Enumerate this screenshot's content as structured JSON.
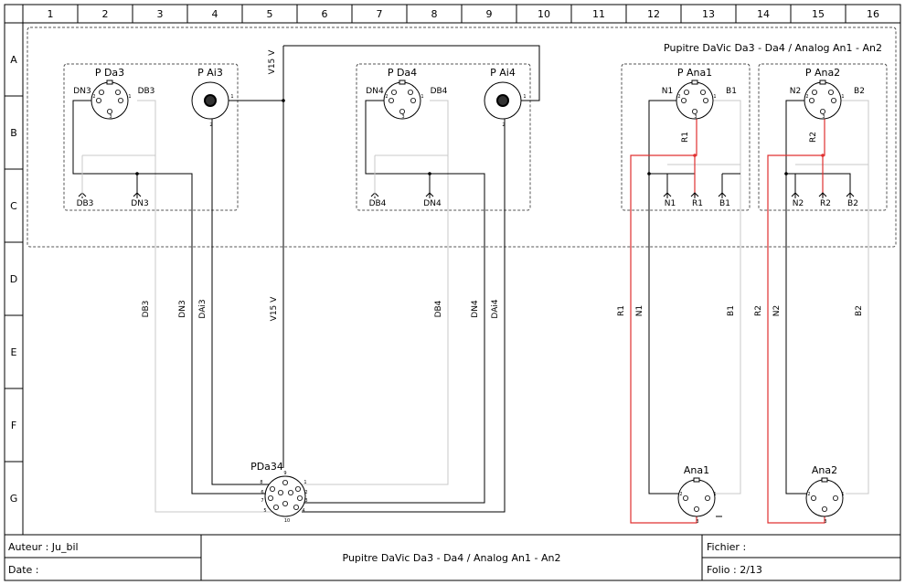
{
  "diagram": {
    "columns": [
      "1",
      "2",
      "3",
      "4",
      "5",
      "6",
      "7",
      "8",
      "9",
      "10",
      "11",
      "12",
      "13",
      "14",
      "15",
      "16"
    ],
    "rows": [
      "A",
      "B",
      "C",
      "D",
      "E",
      "F",
      "G"
    ],
    "frame_title": "Pupitre DaVic Da3 - Da4 / Analog An1 - An2",
    "connectors": {
      "pda3": {
        "name": "P Da3",
        "left": "DN3",
        "right": "DB3",
        "pin_l": "2",
        "pin_r": "1",
        "pin_b": "3"
      },
      "pai3": {
        "name": "P Ai3",
        "pin_r": "1",
        "pin_b": "2"
      },
      "pda4": {
        "name": "P Da4",
        "left": "DN4",
        "right": "DB4",
        "pin_l": "2",
        "pin_r": "1",
        "pin_b": "3"
      },
      "pai4": {
        "name": "P Ai4",
        "pin_r": "1",
        "pin_b": "2"
      },
      "pana1": {
        "name": "P Ana1",
        "left": "N1",
        "right": "B1",
        "pin_l": "2",
        "pin_r": "1",
        "pin_b": "3"
      },
      "pana2": {
        "name": "P Ana2",
        "left": "N2",
        "right": "B2",
        "pin_l": "2",
        "pin_r": "1",
        "pin_b": "3"
      },
      "pda34": {
        "name": "PDa34",
        "pins": [
          "9",
          "1",
          "8",
          "6",
          "2",
          "7",
          "3",
          "5",
          "4",
          "10"
        ]
      },
      "ana1": {
        "name": "Ana1",
        "pin_l": "2",
        "pin_r": "1",
        "pin_b": "3"
      },
      "ana2": {
        "name": "Ana2",
        "pin_l": "2",
        "pin_r": "1",
        "pin_b": "3"
      }
    },
    "terminals": [
      "DB3",
      "DN3",
      "DB4",
      "DN4",
      "N1",
      "R1",
      "B1",
      "N2",
      "R2",
      "B2"
    ],
    "wire_labels": {
      "v15_top": "V15 V",
      "r1_top": "R1",
      "r2_top": "R2",
      "db3": "DB3",
      "dn3": "DN3",
      "dai3": "DAi3",
      "v15": "V15 V",
      "db4": "DB4",
      "dn4": "DN4",
      "dai4": "DAi4",
      "r1": "R1",
      "n1": "N1",
      "b1": "B1",
      "r2": "R2",
      "n2": "N2",
      "b2": "B2"
    },
    "colors": {
      "line": "#000000",
      "ground": "#c8c8c8",
      "analog": "#e03030"
    }
  },
  "cartouche": {
    "author": "Auteur : Ju_bil",
    "date": "Date :",
    "title": "Pupitre DaVic Da3 - Da4 / Analog An1 - An2",
    "file": "Fichier :",
    "folio": "Folio : 2/13"
  }
}
